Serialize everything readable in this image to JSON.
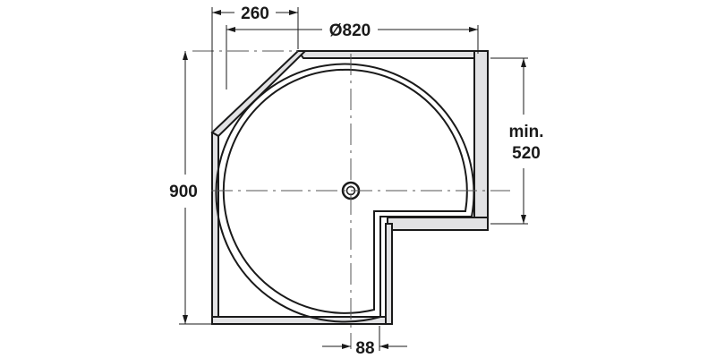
{
  "drawing": {
    "title": "Corner carousel shelf (3/4 circle) dimension drawing",
    "colors": {
      "line": "#1a1a1a",
      "panel_fill": "#e2e2e4",
      "background": "#ffffff"
    },
    "dimensions": {
      "offset_top": "260",
      "diameter": "Ø820",
      "height": "900",
      "depth_min_label": "min.",
      "depth_min_value": "520",
      "offset_bottom": "88"
    }
  }
}
